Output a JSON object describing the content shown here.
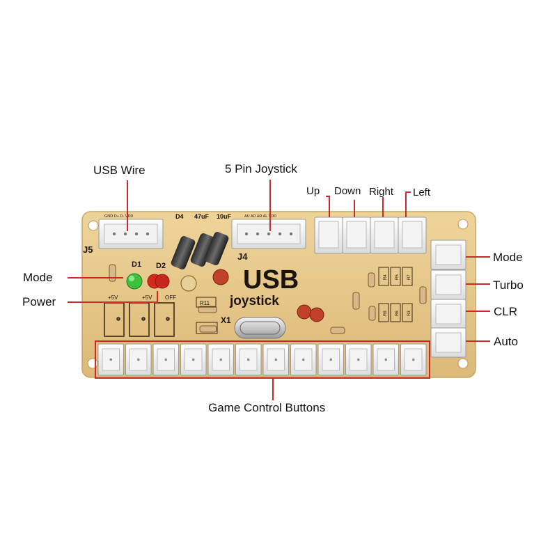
{
  "labels": {
    "usb_wire": "USB Wire",
    "five_pin_joystick": "5 Pin Joystick",
    "up": "Up",
    "down": "Down",
    "right": "Right",
    "left": "Left",
    "mode_right": "Mode",
    "turbo": "Turbo",
    "clr": "CLR",
    "auto": "Auto",
    "mode_left": "Mode",
    "power": "Power",
    "game_control_buttons": "Game Control Buttons"
  },
  "board": {
    "title": "USB",
    "subtitle": "joystick",
    "j5": "J5",
    "j4": "J4",
    "d1": "D1",
    "d2": "D2",
    "d4": "D4",
    "x1": "X1",
    "r11": "R11",
    "cap1": "47uF",
    "cap2": "10uF",
    "j5_pins": "GND D+ D- VDD",
    "j4_pins": "AU AD AR AL VDD",
    "plus5v_a": "+5V",
    "plus5v_b": "+5V",
    "off": "OFF",
    "r4": "R4",
    "r5": "R5",
    "r7": "R7",
    "r8": "R8",
    "r6": "R6",
    "r3": "R3"
  },
  "colors": {
    "pcb": "#e8c98a",
    "callout": "#cc2a2a",
    "led_green": "#3ec23e",
    "led_red": "#d42a20"
  },
  "counts": {
    "game_buttons": 12
  }
}
